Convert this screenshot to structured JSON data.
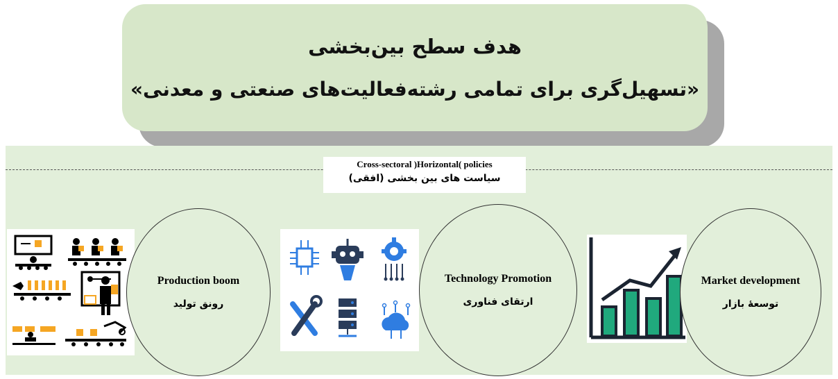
{
  "goal": {
    "title": "هدف سطح بین‌بخشی",
    "subtitle": "«تسهیل‌گری برای تمامی رشته‌فعالیت‌های صنعتی و معدنی»"
  },
  "category": {
    "english": "Cross-sectoral )Horizontal( policies",
    "persian": "سیاست های بین بخشی (افقی)"
  },
  "policies": [
    {
      "english": "Market development",
      "persian": "توسعهٔ بازار",
      "icon": "growth-chart-icon"
    },
    {
      "english": "Technology Promotion",
      "persian": "ارتقای فناوری",
      "icon": "technology-icons"
    },
    {
      "english": "Production boom",
      "persian": "رونق تولید",
      "icon": "factory-production-icons"
    }
  ],
  "colors": {
    "panel": "#e2efda",
    "goal_box": "#d7e7c9",
    "chart_bar": "#20a97d",
    "tech_blue": "#2f7de1"
  }
}
